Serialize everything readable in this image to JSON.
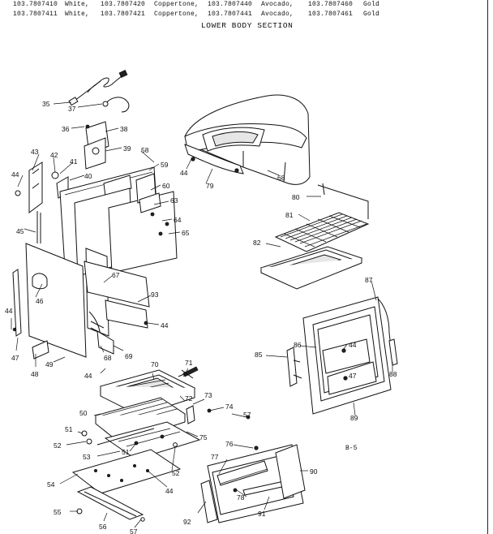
{
  "header": {
    "row1": [
      {
        "model": "103.7807410",
        "color": "White,"
      },
      {
        "model": "103.7807420",
        "color": "Coppertone,"
      },
      {
        "model": "103.7807440",
        "color": "Avocado,"
      },
      {
        "model": "103.7807460",
        "color": "Gold"
      }
    ],
    "row2": [
      {
        "model": "103.7807411",
        "color": "White,"
      },
      {
        "model": "103.7807421",
        "color": "Coppertone,"
      },
      {
        "model": "103.7807441",
        "color": "Avocado,"
      },
      {
        "model": "103.7807461",
        "color": "Gold"
      }
    ],
    "title": "LOWER BODY SECTION"
  },
  "page_code": "B-5",
  "callouts": {
    "c35": "35",
    "c36": "36",
    "c37": "37",
    "c38": "38",
    "c39": "39",
    "c40": "40",
    "c41": "41",
    "c42": "42",
    "c43": "43",
    "c44a": "44",
    "c44b": "44",
    "c44c": "44",
    "c44d": "44",
    "c44e": "44",
    "c44f": "44",
    "c44g": "44",
    "c45": "45",
    "c46": "46",
    "c47a": "47",
    "c47b": "47",
    "c48": "48",
    "c49": "49",
    "c50": "50",
    "c51a": "51",
    "c51b": "51",
    "c52a": "52",
    "c52b": "52",
    "c53": "53",
    "c54": "54",
    "c55": "55",
    "c56": "56",
    "c57a": "57",
    "c57b": "57",
    "c58": "58",
    "c59": "59",
    "c60": "60",
    "c63": "63",
    "c64": "64",
    "c65": "65",
    "c67": "67",
    "c68a": "68",
    "c68b": "68",
    "c69": "69",
    "c70": "70",
    "c71": "71",
    "c72": "72",
    "c73": "73",
    "c74": "74",
    "c75": "75",
    "c76": "76",
    "c77": "77",
    "c78": "78",
    "c79": "79",
    "c80": "80",
    "c81": "81",
    "c82": "82",
    "c85": "85",
    "c86": "86",
    "c87": "87",
    "c88": "88",
    "c89": "89",
    "c90": "90",
    "c91": "91",
    "c92": "92",
    "c93": "93"
  }
}
